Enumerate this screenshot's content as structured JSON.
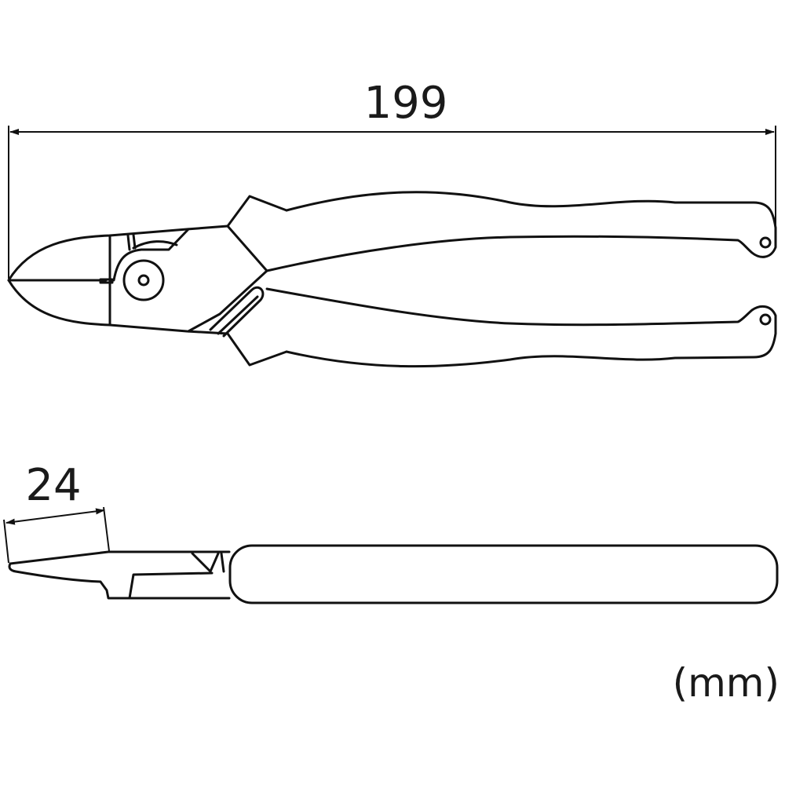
{
  "drawing": {
    "subject": "diagonal cutting pliers",
    "views": [
      "top view",
      "side view"
    ]
  },
  "dimensions": {
    "overall_length": "199",
    "jaw_length": "24"
  },
  "unit_label": "(mm)",
  "colors": {
    "line": "#111111",
    "background": "#ffffff"
  }
}
